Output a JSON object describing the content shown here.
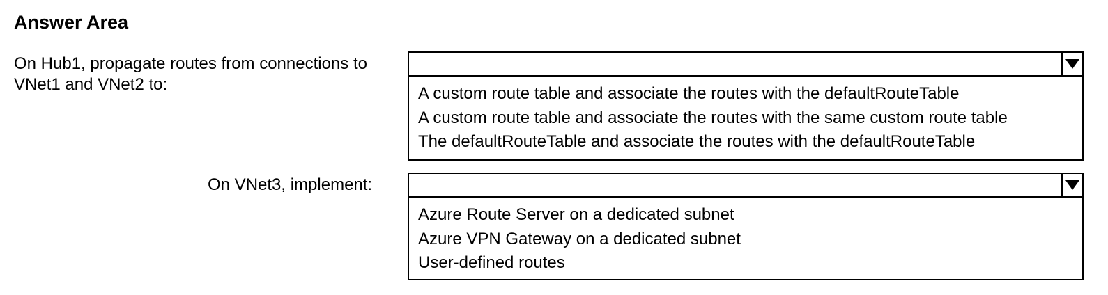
{
  "header": {
    "title": "Answer Area"
  },
  "questions": [
    {
      "label": "On Hub1, propagate routes from connections to VNet1 and VNet2 to:",
      "selected": "",
      "options": [
        "A custom route table and associate the routes with the defaultRouteTable",
        "A custom route table and associate the routes with the same custom route table",
        "The defaultRouteTable and associate the routes with the defaultRouteTable"
      ]
    },
    {
      "label": "On VNet3, implement:",
      "selected": "",
      "options": [
        "Azure Route Server on a dedicated subnet",
        "Azure VPN Gateway on a dedicated subnet",
        "User-defined routes"
      ]
    }
  ],
  "icons": {
    "dropdown_arrow": "triangle-down-icon"
  }
}
